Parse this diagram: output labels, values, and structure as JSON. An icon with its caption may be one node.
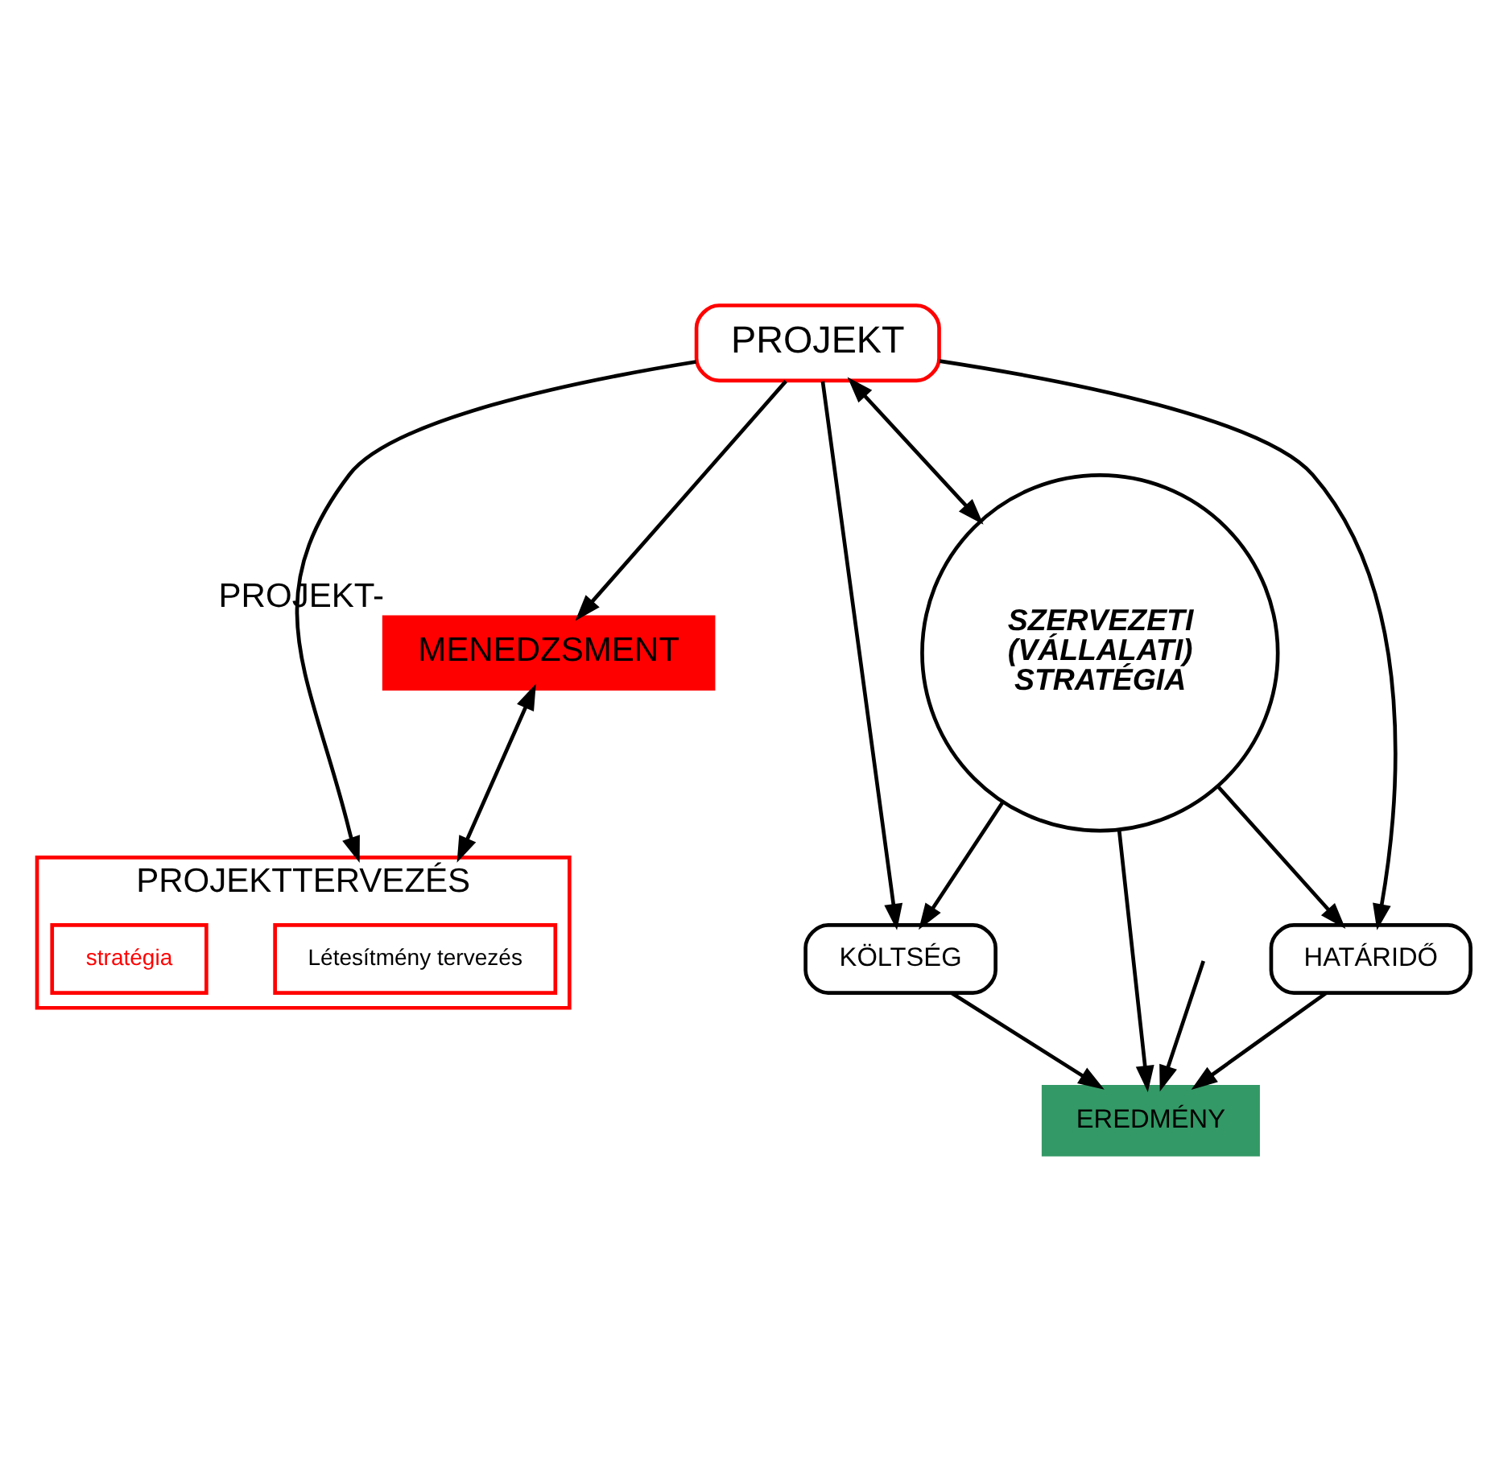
{
  "diagram": {
    "nodes": [
      {
        "text": [
          "PROJEKT"
        ]
      },
      {
        "text": [
          "MENEDZSMENT"
        ],
        "beside": [
          "PROJEKT-"
        ]
      },
      {
        "text": [
          "PROJEKTTERVEZÉS"
        ]
      },
      {
        "text": [
          "Létesítmény tervezés"
        ],
        "in": 2
      },
      {
        "text": [
          "stratégia"
        ],
        "in": 2
      },
      {
        "text": [
          "HATÁRIDŐ"
        ]
      },
      {
        "text": [
          "KÖLTSÉG"
        ]
      },
      {
        "text": [
          "SZERVEZETI (VÁLLALATI) STRATÉGIA"
        ]
      },
      {
        "text": [
          "EREDMÉNY"
        ]
      }
    ],
    "edges": [
      {
        "from": 0,
        "to": 7,
        "arrow": "both"
      },
      {
        "from": 7,
        "to": 5,
        "arrow": "to"
      },
      {
        "from": 7,
        "to": 6,
        "arrow": "to"
      },
      {
        "from": 7,
        "to": 8,
        "arrow": "to"
      },
      {
        "from": 5,
        "to": 8,
        "arrow": "to"
      },
      {
        "from": 6,
        "to": 8,
        "arrow": "to"
      },
      {
        "from": 0,
        "to": 1,
        "arrow": "to"
      },
      {
        "from": 0,
        "to": 2,
        "arrow": "to"
      },
      {
        "from": 1,
        "to": 2,
        "arrow": "both"
      },
      {
        "from": 0,
        "to": 5,
        "arrow": "to"
      },
      {
        "from": 0,
        "to": 6,
        "arrow": "to"
      },
      {
        "from": null,
        "to": 8,
        "arrow": "to"
      }
    ]
  }
}
